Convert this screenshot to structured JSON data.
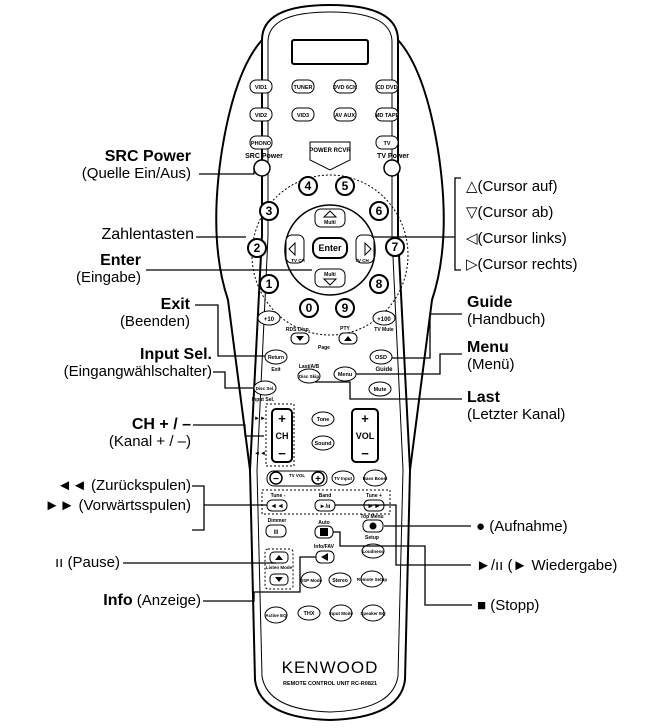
{
  "remote": {
    "brand": "KENWOOD",
    "model": "REMOTE CONTROL UNIT RC-R0821",
    "source_buttons": [
      "VID1",
      "TUNER",
      "DVD 6CH",
      "CD DVD",
      "VID2",
      "VID3",
      "AV AUX",
      "MD TAPE",
      "PHONO",
      "TV"
    ],
    "power_recvr": "POWER RCVR",
    "src_power": "SRC Power",
    "tv_power": "TV Power",
    "numbers": [
      "1",
      "2",
      "3",
      "4",
      "5",
      "6",
      "7",
      "8",
      "9",
      "0"
    ],
    "plus10": "+10",
    "plus100": "+100",
    "tv_mute": "TV Mute",
    "enter": "Enter",
    "multi": "Multi",
    "tv_ch": "TV CH",
    "rds_disp": "RDS Disp.",
    "pty": "PTY",
    "page": "Page",
    "return": "Return",
    "exit": "Exit",
    "last_ab": "Last/A/B",
    "osd": "OSD",
    "guide": "Guide",
    "menu": "Menu",
    "disc_skip": "Disc Skip",
    "disc_sel": "Disc Sel.",
    "input_sel": "Input Sel.",
    "mute": "Mute",
    "tone": "Tone",
    "sound": "Sound",
    "ch": "CH",
    "vol": "VOL",
    "tv_vol": "TV VOL",
    "tv_input": "TV Input",
    "bass_boost": "Bass Boost",
    "tune_minus": "Tune -",
    "band": "Band",
    "tune_plus": "Tune +",
    "dimmer": "Dimmer",
    "top_menu": "Top Menu",
    "setup": "Setup",
    "auto": "Auto",
    "loudness": "Loudness",
    "info_fav": "Info/FAV",
    "listen_mode": "Listen Mode",
    "dsp_mode": "DSP Mode",
    "stereo": "Stereo",
    "remote_setup": "Remote Setup",
    "active_eq": "Active EQ",
    "thx": "THX",
    "input_mode": "Input Mode",
    "speaker_eq": "Speaker EQ"
  },
  "labels": {
    "src_power_t": "SRC Power",
    "src_power_s": "(Quelle Ein/Aus)",
    "zahlentasten": "Zahlentasten",
    "enter_t": "Enter",
    "enter_s": "(Eingabe)",
    "exit_t": "Exit",
    "exit_s": "(Beenden)",
    "input_t": "Input Sel.",
    "input_s": "(Eingangwählschalter)",
    "ch_t": "CH + / –",
    "ch_s": "(Kanal  + / –)",
    "rew": "◄◄ (Zurückspulen)",
    "ff": "►► (Vorwärtsspulen)",
    "pause": "ıı (Pause)",
    "info_t": "Info",
    "info_s": "(Anzeige)",
    "cur_up": "△(Cursor auf)",
    "cur_down": "▽(Cursor ab)",
    "cur_left": "◁(Cursor links)",
    "cur_right": "▷(Cursor rechts)",
    "guide_t": "Guide",
    "guide_s": "(Handbuch)",
    "menu_t": "Menu",
    "menu_s": "(Menü)",
    "last_t": "Last",
    "last_s": "(Letzter Kanal)",
    "rec": "● (Aufnahme)",
    "play": "►/ıı (► Wiedergabe)",
    "stop": "■ (Stopp)"
  }
}
